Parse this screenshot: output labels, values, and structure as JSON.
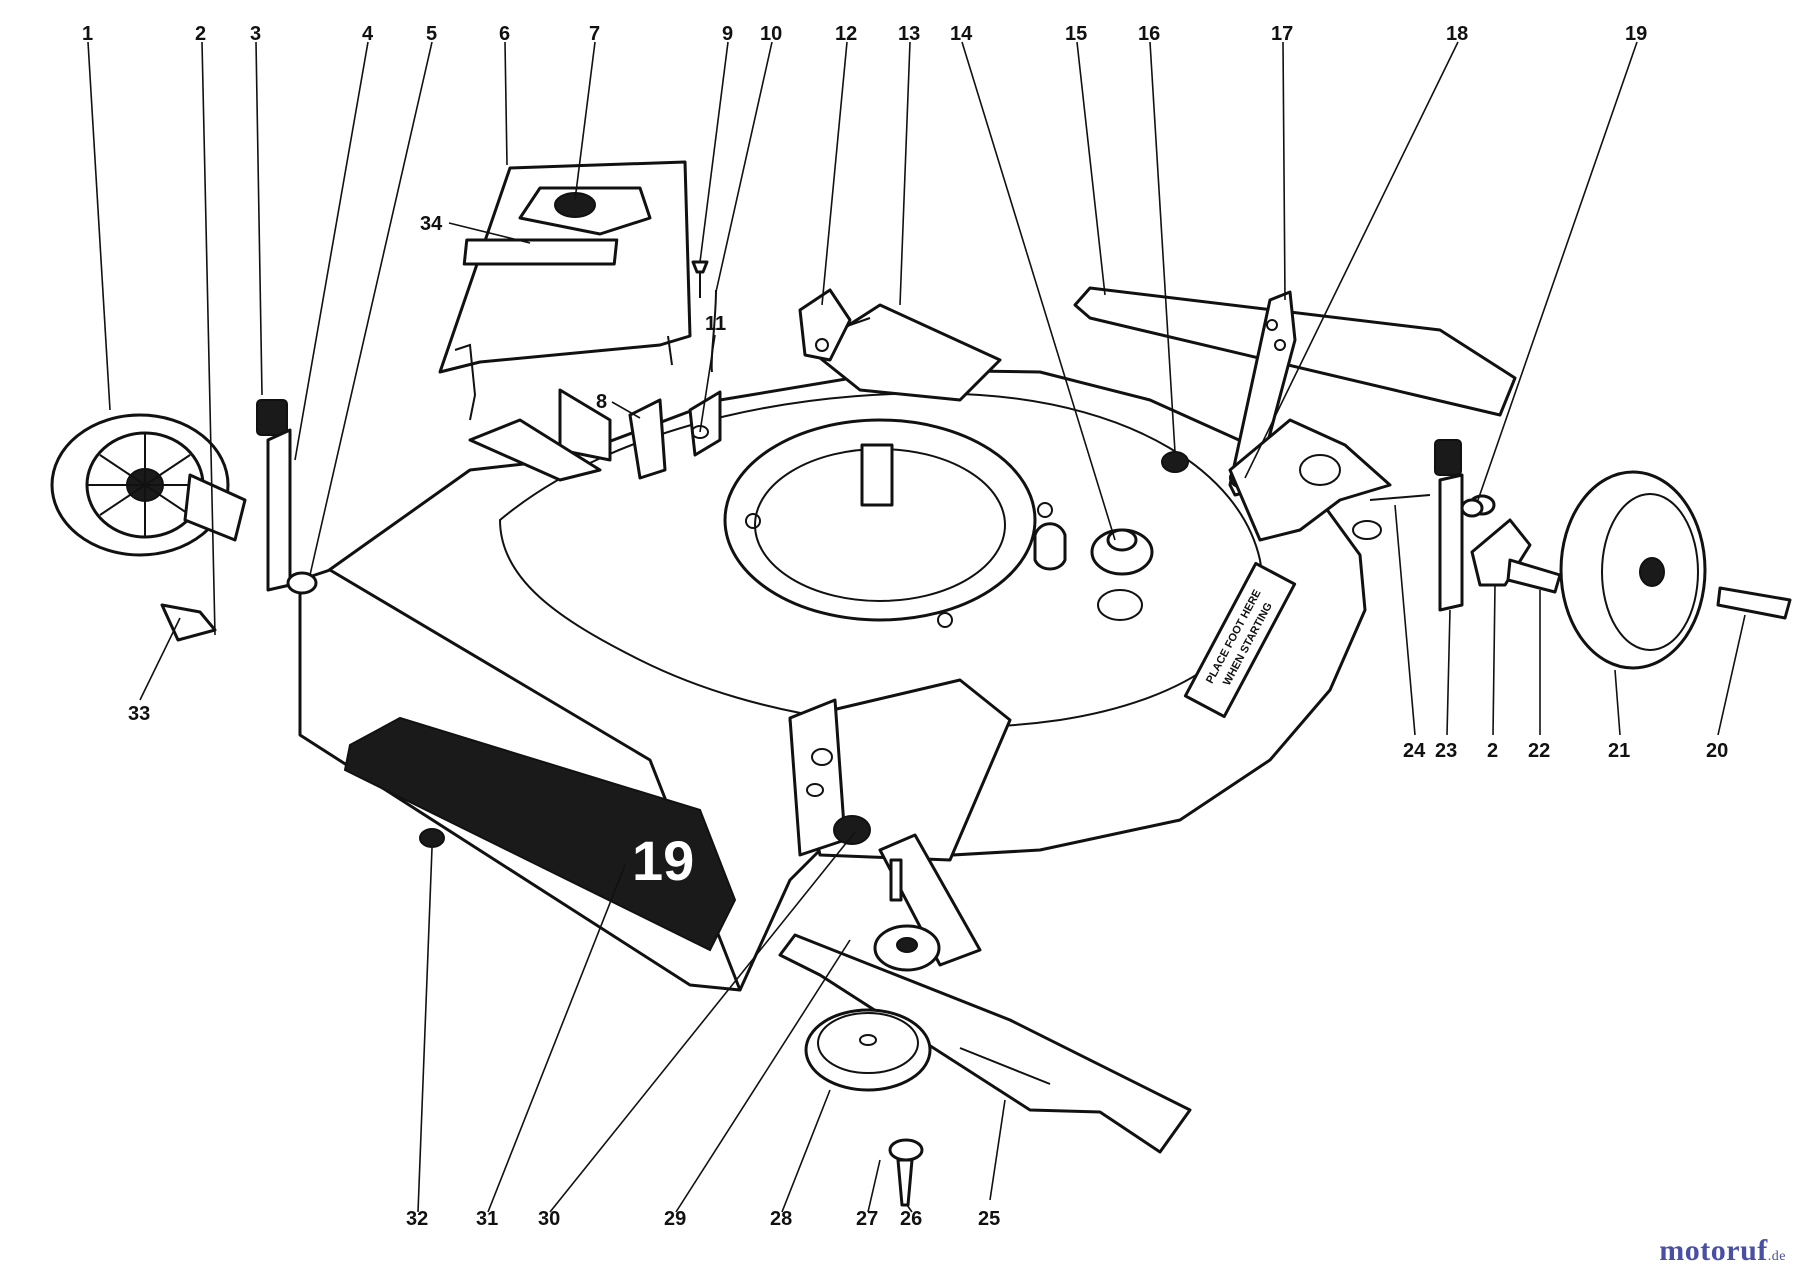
{
  "diagram": {
    "deck_model_number": "19",
    "decal_place_foot_line1": "PLACE FOOT HERE",
    "decal_place_foot_line2": "WHEN STARTING",
    "part_callouts": [
      {
        "id": "callout-1",
        "text": "1"
      },
      {
        "id": "callout-2-left",
        "text": "2"
      },
      {
        "id": "callout-3",
        "text": "3"
      },
      {
        "id": "callout-4",
        "text": "4"
      },
      {
        "id": "callout-5",
        "text": "5"
      },
      {
        "id": "callout-6",
        "text": "6"
      },
      {
        "id": "callout-7",
        "text": "7"
      },
      {
        "id": "callout-8",
        "text": "8"
      },
      {
        "id": "callout-9",
        "text": "9"
      },
      {
        "id": "callout-10",
        "text": "10"
      },
      {
        "id": "callout-11",
        "text": "11"
      },
      {
        "id": "callout-12",
        "text": "12"
      },
      {
        "id": "callout-13",
        "text": "13"
      },
      {
        "id": "callout-14",
        "text": "14"
      },
      {
        "id": "callout-15",
        "text": "15"
      },
      {
        "id": "callout-16",
        "text": "16"
      },
      {
        "id": "callout-17",
        "text": "17"
      },
      {
        "id": "callout-18",
        "text": "18"
      },
      {
        "id": "callout-19",
        "text": "19"
      },
      {
        "id": "callout-20",
        "text": "20"
      },
      {
        "id": "callout-21",
        "text": "21"
      },
      {
        "id": "callout-22",
        "text": "22"
      },
      {
        "id": "callout-2-right",
        "text": "2"
      },
      {
        "id": "callout-23",
        "text": "23"
      },
      {
        "id": "callout-24",
        "text": "24"
      },
      {
        "id": "callout-25",
        "text": "25"
      },
      {
        "id": "callout-26",
        "text": "26"
      },
      {
        "id": "callout-27",
        "text": "27"
      },
      {
        "id": "callout-28",
        "text": "28"
      },
      {
        "id": "callout-29",
        "text": "29"
      },
      {
        "id": "callout-30",
        "text": "30"
      },
      {
        "id": "callout-31",
        "text": "31"
      },
      {
        "id": "callout-32",
        "text": "32"
      },
      {
        "id": "callout-33",
        "text": "33"
      },
      {
        "id": "callout-34",
        "text": "34"
      }
    ]
  },
  "watermark": {
    "brand": "motoruf",
    "tld": ".de"
  }
}
